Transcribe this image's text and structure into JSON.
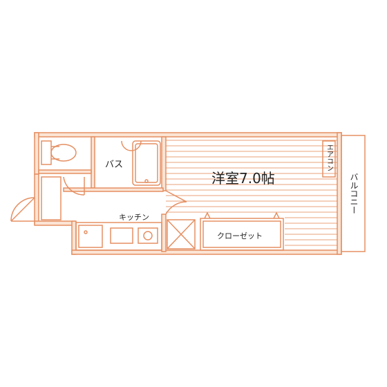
{
  "rooms": {
    "bath": "バス",
    "western_room": "洋室7.0帖",
    "kitchen": "キッチン",
    "closet": "クローゼット",
    "aircon": "エアコン",
    "balcony": "バルコニー"
  },
  "colors": {
    "wall": "#e58f62",
    "wall_fill": "#fbe4d4",
    "floor_line": "#e9a07a",
    "text": "#222222"
  }
}
